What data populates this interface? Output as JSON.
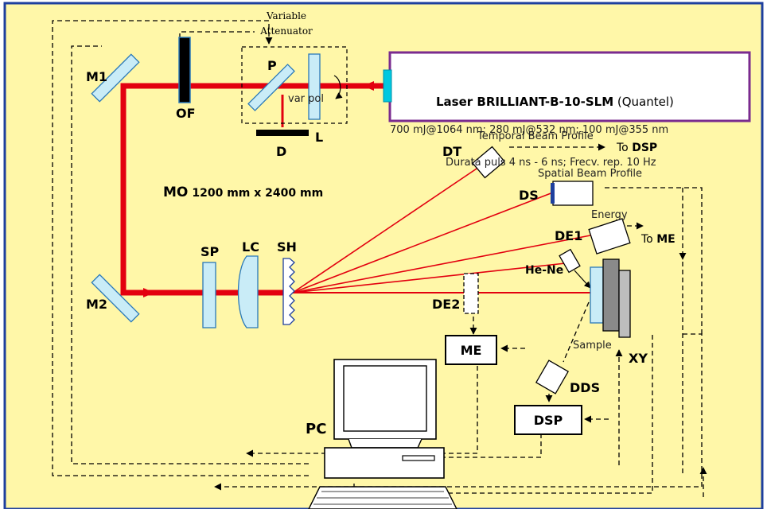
{
  "colors": {
    "background": "#fff7a8",
    "border": "#1e3f9e",
    "beam": "#e3000f",
    "laser_box_border": "#7a2b8f",
    "optic_fill": "#c9ecf7",
    "optic_stroke": "#2a79b8",
    "laser_window": "#00c8e0"
  },
  "labels": {
    "variable_attenuator": [
      "Variable",
      "Attenuator"
    ],
    "m1": "M1",
    "m2": "M2",
    "of": "OF",
    "p": "P",
    "l": "L",
    "d": "D",
    "var_pol": "var pol",
    "mo": "MO",
    "mo_size": "1200 mm x 2400 mm",
    "sp": "SP",
    "lc": "LC",
    "sh": "SH",
    "dt": "DT",
    "ds": "DS",
    "de1": "DE1",
    "de2": "DE2",
    "he_ne": "He-Ne",
    "sample": "Sample",
    "xy": "XY",
    "dds": "DDS",
    "pc": "PC",
    "me_box": "ME",
    "dsp_box": "DSP"
  },
  "laser": {
    "name": "Laser BRILLIANT-B-10-SLM",
    "maker": " (Quantel)",
    "energies": "700 mJ@1064 nm; 280 mJ@532 nm; 100 mJ@355 nm",
    "pulse": "Durata puls 4 ns - 6 ns; Frecv. rep. 10 Hz"
  },
  "annotations": {
    "temporal": "Temporal Beam Profile",
    "to_dsp_prefix": "To ",
    "to_dsp_target": "DSP",
    "spatial": "Spatial Beam Profile",
    "energy": "Energy",
    "to_me_prefix": "To ",
    "to_me_target": "ME"
  }
}
